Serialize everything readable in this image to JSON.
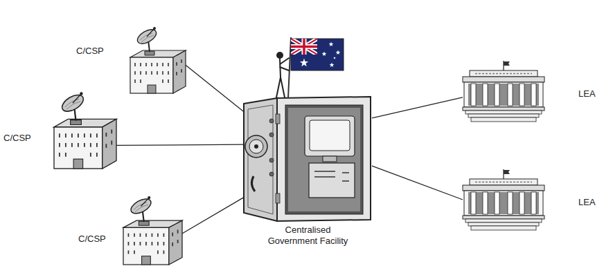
{
  "diagram": {
    "nodes": [
      {
        "text": [
          "C/CSP"
        ]
      },
      {
        "text": [
          "C/CSP"
        ]
      },
      {
        "text": [
          "C/CSP"
        ]
      },
      {
        "text": [
          "Centralised Government Facility"
        ]
      },
      {
        "text": [
          "LEA"
        ]
      },
      {
        "text": [
          "LEA"
        ]
      }
    ],
    "edges": [
      {
        "from": 0,
        "to": 3,
        "arrow": "none"
      },
      {
        "from": 1,
        "to": 3,
        "arrow": "none"
      },
      {
        "from": 2,
        "to": 3,
        "arrow": "none"
      },
      {
        "from": 3,
        "to": 4,
        "arrow": "none"
      },
      {
        "from": 3,
        "to": 5,
        "arrow": "none"
      }
    ]
  }
}
